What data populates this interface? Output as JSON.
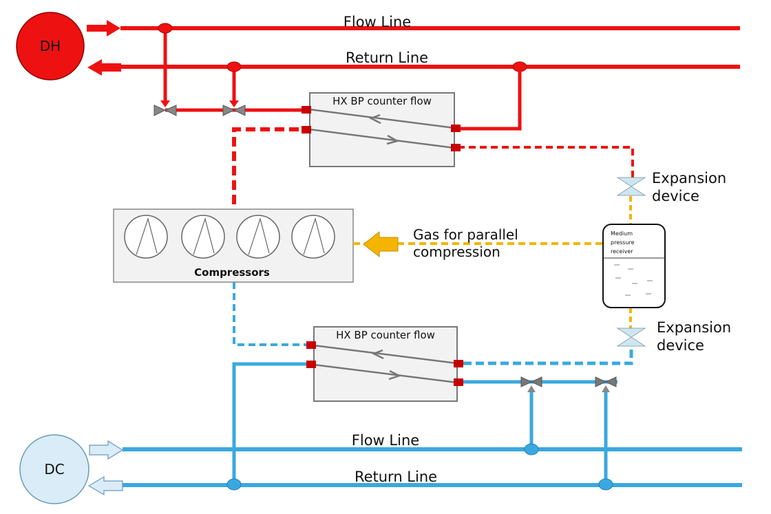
{
  "heat_network": {
    "node": "DH",
    "flow_line": "Flow Line",
    "return_line": "Return Line",
    "color": "#ee1111"
  },
  "cool_network": {
    "node": "DC",
    "flow_line": "Flow Line",
    "return_line": "Return Line",
    "color": "#3aa8e0"
  },
  "hx_top": {
    "title": "HX BP counter flow"
  },
  "hx_bottom": {
    "title": "HX BP counter flow"
  },
  "compressors": {
    "label": "Compressors",
    "count": 4
  },
  "receiver": {
    "line1": "Medium",
    "line2": "pressure",
    "line3": "receiver"
  },
  "expansion_top": {
    "line1": "Expansion",
    "line2": "device"
  },
  "expansion_bottom": {
    "line1": "Expansion",
    "line2": "device"
  },
  "gas": {
    "line1": "Gas for parallel",
    "line2": "compression",
    "color": "#f5b400"
  }
}
